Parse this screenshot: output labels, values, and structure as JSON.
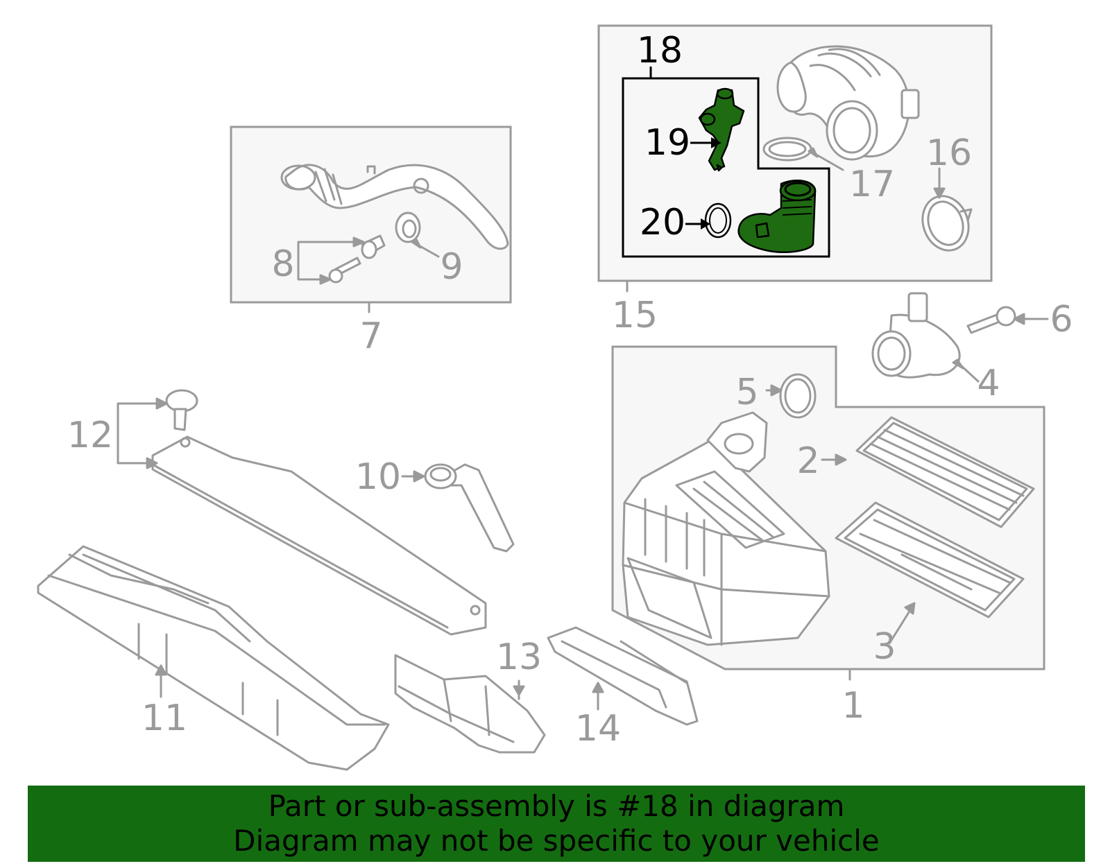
{
  "callouts": {
    "c1": "1",
    "c2": "2",
    "c3": "3",
    "c4": "4",
    "c5": "5",
    "c6": "6",
    "c7": "7",
    "c8": "8",
    "c9": "9",
    "c10": "10",
    "c11": "11",
    "c12": "12",
    "c13": "13",
    "c14": "14",
    "c15": "15",
    "c16": "16",
    "c17": "17",
    "c18": "18",
    "c19": "19",
    "c20": "20"
  },
  "colors": {
    "highlight_part": "#1f6b12",
    "banner_bg": "#146c10",
    "line_gray": "#9a9a9a"
  },
  "banner": {
    "line1": "Part or sub-assembly is #18 in diagram",
    "line2": "Diagram may not be specific to your vehicle"
  }
}
